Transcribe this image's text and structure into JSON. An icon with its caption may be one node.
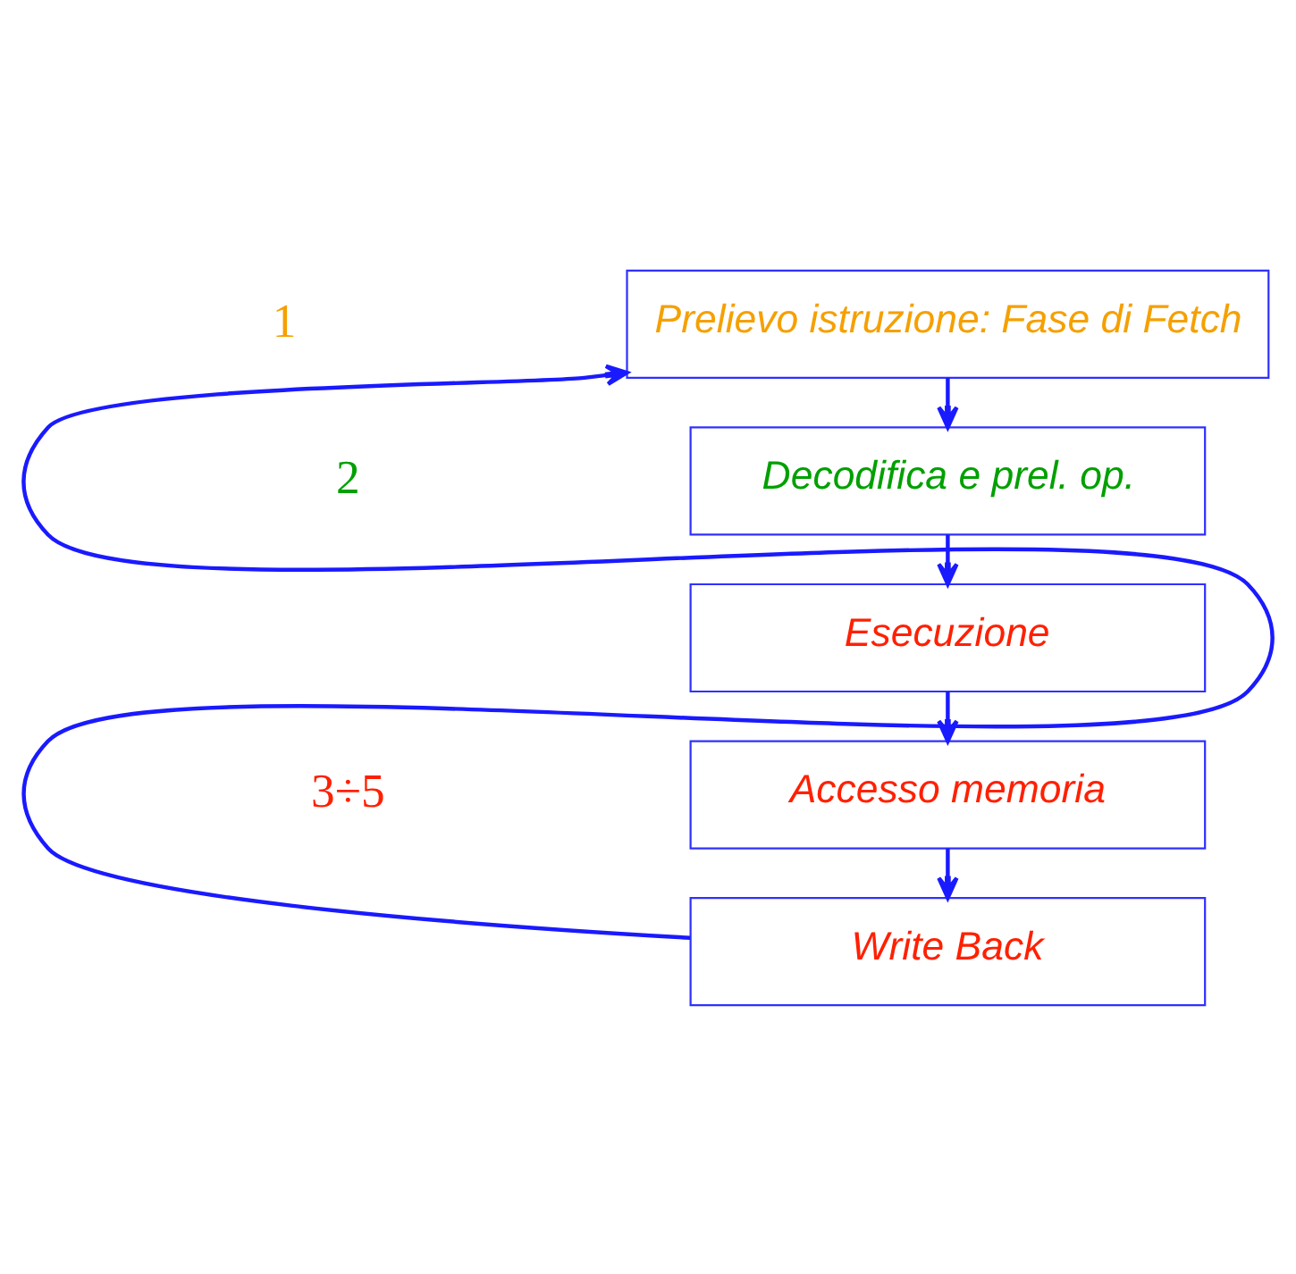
{
  "diagram": {
    "nodes": [
      {
        "text": [
          "Prelievo istruzione: Fase di Fetch"
        ]
      },
      {
        "text": [
          "Decodifica e prel. op."
        ]
      },
      {
        "text": [
          "Esecuzione"
        ]
      },
      {
        "text": [
          "Accesso memoria"
        ]
      },
      {
        "text": [
          "Write Back"
        ]
      }
    ],
    "edges": [
      {
        "from": 0,
        "to": 1,
        "arrow": "to"
      },
      {
        "from": 1,
        "to": 2,
        "arrow": "to"
      },
      {
        "from": 2,
        "to": 3,
        "arrow": "to"
      },
      {
        "from": 3,
        "to": 4,
        "arrow": "to"
      },
      {
        "from": 4,
        "to": 0,
        "arrow": "to"
      }
    ],
    "labels": [
      "1",
      "2",
      "3÷5"
    ]
  }
}
